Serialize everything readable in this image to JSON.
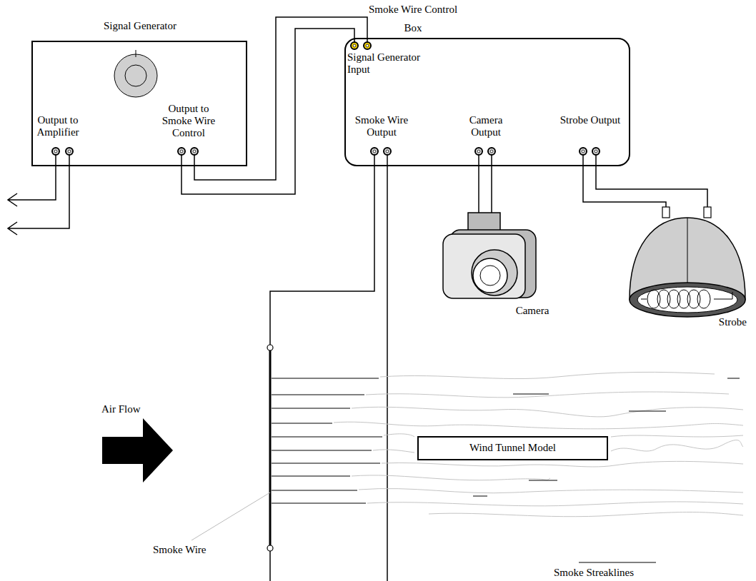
{
  "diagram": {
    "nodes": [
      {
        "text": [
          "Signal Generator",
          "Output to Amplifier",
          "Output to Smoke Wire Control"
        ]
      },
      {
        "text": [
          "Smoke Wire Control Box",
          "Signal Generator Input",
          "Smoke Wire Output",
          "Camera Output",
          "Strobe Output"
        ]
      },
      {
        "text": [
          "Camera"
        ]
      },
      {
        "text": [
          "Strobe"
        ]
      },
      {
        "text": [
          "Wind Tunnel Model"
        ]
      }
    ],
    "edges": [
      {
        "from": 0,
        "to": 1,
        "arrow": "none"
      },
      {
        "from": 1,
        "to": 2,
        "arrow": "none"
      },
      {
        "from": 1,
        "to": 3,
        "arrow": "none"
      }
    ],
    "labels": [
      "Air Flow",
      "Smoke Wire",
      "Smoke Streaklines"
    ]
  }
}
